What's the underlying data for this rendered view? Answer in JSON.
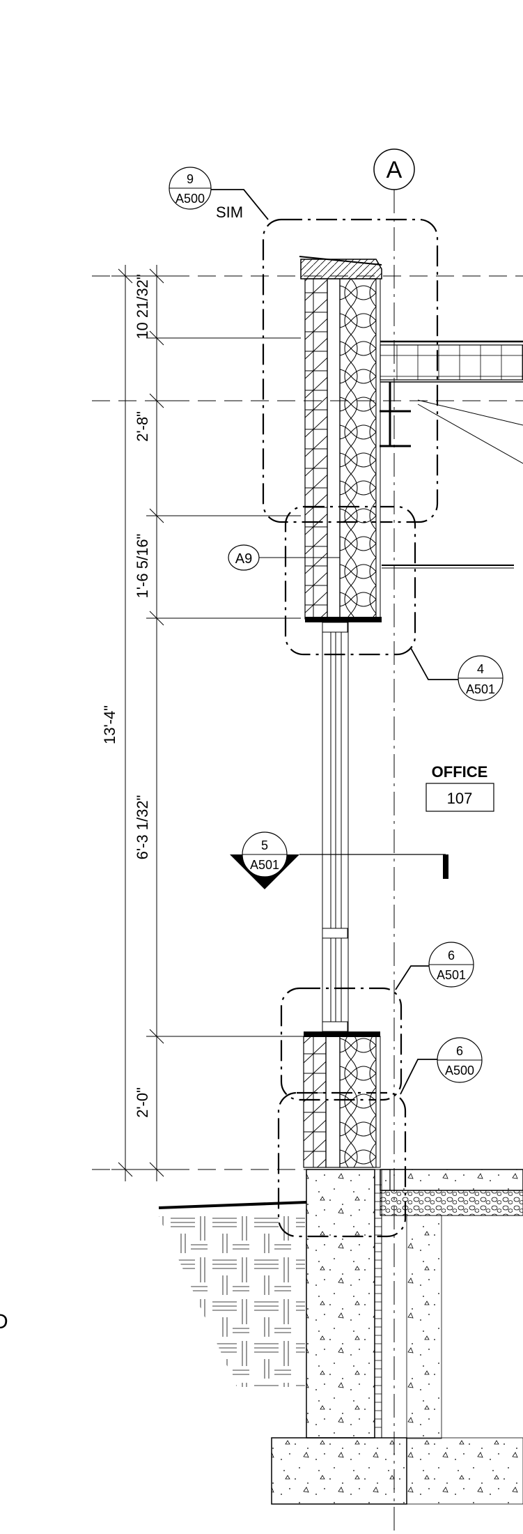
{
  "grid_line": {
    "label": "A"
  },
  "callouts": {
    "wall_section": {
      "number": "9",
      "sheet": "A500",
      "note": "SIM"
    },
    "head_detail": {
      "number": "4",
      "sheet": "A501"
    },
    "section_cut": {
      "number": "5",
      "sheet": "A501"
    },
    "jamb_detail": {
      "number": "6",
      "sheet": "A501"
    },
    "base_detail": {
      "number": "6",
      "sheet": "A500"
    }
  },
  "keynote": {
    "label": "A9"
  },
  "room": {
    "name": "OFFICE",
    "number": "107"
  },
  "dimensions": {
    "overall": "13'-4\"",
    "parapet": "10 21/32\"",
    "roof_to_beam": "2'-8\"",
    "header": "1'-6 5/16\"",
    "window": "6'-3 1/32\"",
    "sill": "2'-0\""
  },
  "partial_label": "D"
}
